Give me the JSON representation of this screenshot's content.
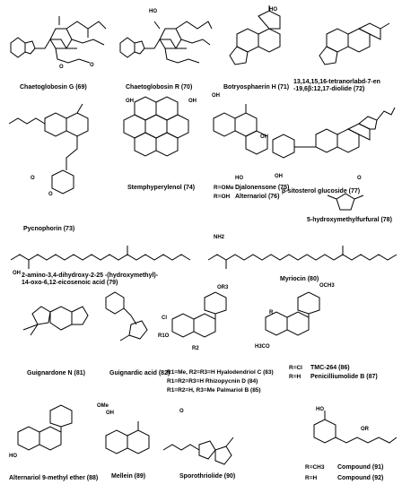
{
  "compounds": [
    {
      "label": "Chaetoglobosin G (69)"
    },
    {
      "label": "Chaetoglobosin R (70)"
    },
    {
      "label": "Botryosphaerin H (71)"
    },
    {
      "label": "13,14,15,16-tetranorlabd-7-en\n-19,6β:12,17-diolide (72)"
    },
    {
      "label": "Pycnophorin (73)"
    },
    {
      "label": "Stemphyperylenol (74)"
    },
    {
      "label": "Djalonensone (75)"
    },
    {
      "label": "Alternariol (76)"
    },
    {
      "label": "β-sitosterol glucoside (77)"
    },
    {
      "label": "5-hydroxymethylfurfural (78)"
    },
    {
      "label": "2-amino-3,4-dihydroxy-2-25 -(hydroxymethyl)-\n14-oxo-6,12-eicosenoic acid (79)"
    },
    {
      "label": "Myriocin (80)"
    },
    {
      "label": "Guignardone N (81)"
    },
    {
      "label": "Guignardic acid (82)"
    },
    {
      "label": "TMC-264 (86)"
    },
    {
      "label": "Penicilliumolide B (87)"
    },
    {
      "label": "Alternariol 9-methyl ether (88)"
    },
    {
      "label": "Mellein (89)"
    },
    {
      "label": "Sporothriolide (90)"
    },
    {
      "label": "Compound (91)"
    },
    {
      "label": "Compound (92)"
    }
  ],
  "substituents": {
    "c75": "R=OMe",
    "c76": "R=OH",
    "c83": "R1=Me, R2=R3=H Hyalodendriol C (83)",
    "c84": "R1=R2=R3=H Rhizopycnin D (84)",
    "c85": "R1=R2=H, R3=Me Palmariol B (85)",
    "c86": "R=Cl",
    "c87": "R=H",
    "c91": "R=CH3",
    "c92": "R=H"
  },
  "atoms": [
    "O",
    "O",
    "HO",
    "HO",
    "OH",
    "OH",
    "O",
    "O",
    "OH",
    "OH",
    "HO",
    "OH",
    "NH2",
    "OH",
    "OMe",
    "HO",
    "H3CO",
    "OCH3",
    "OR3",
    "Cl",
    "R1O",
    "R2",
    "R",
    "OR",
    "HO",
    "OH",
    "O",
    "O"
  ]
}
